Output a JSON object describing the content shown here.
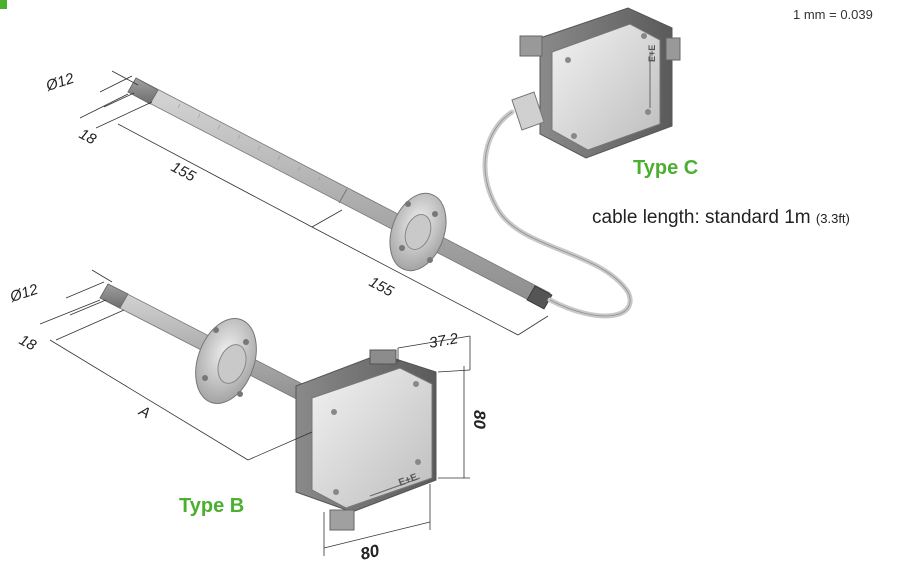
{
  "conversion_note": "1 mm = 0.039",
  "type_c": {
    "label": "Type C",
    "cable_note": "cable length: standard 1m",
    "cable_note_imperial": "(3.3ft)"
  },
  "type_b": {
    "label": "Type B"
  },
  "dimensions": {
    "c_diameter": "Ø12",
    "c_tip": "18",
    "c_probe_part1": "155",
    "c_probe_part2": "155",
    "b_diameter": "Ø12",
    "b_tip": "18",
    "b_probe_length": "A",
    "b_housing_depth": "37.2",
    "b_housing_height": "80",
    "b_housing_width": "80"
  },
  "brand_mark": "E+E",
  "colors": {
    "type_label": "#4caf2f",
    "dimension_lines": "#333333",
    "metal": "#b7b7b7",
    "housing": "#a8a8a8"
  }
}
